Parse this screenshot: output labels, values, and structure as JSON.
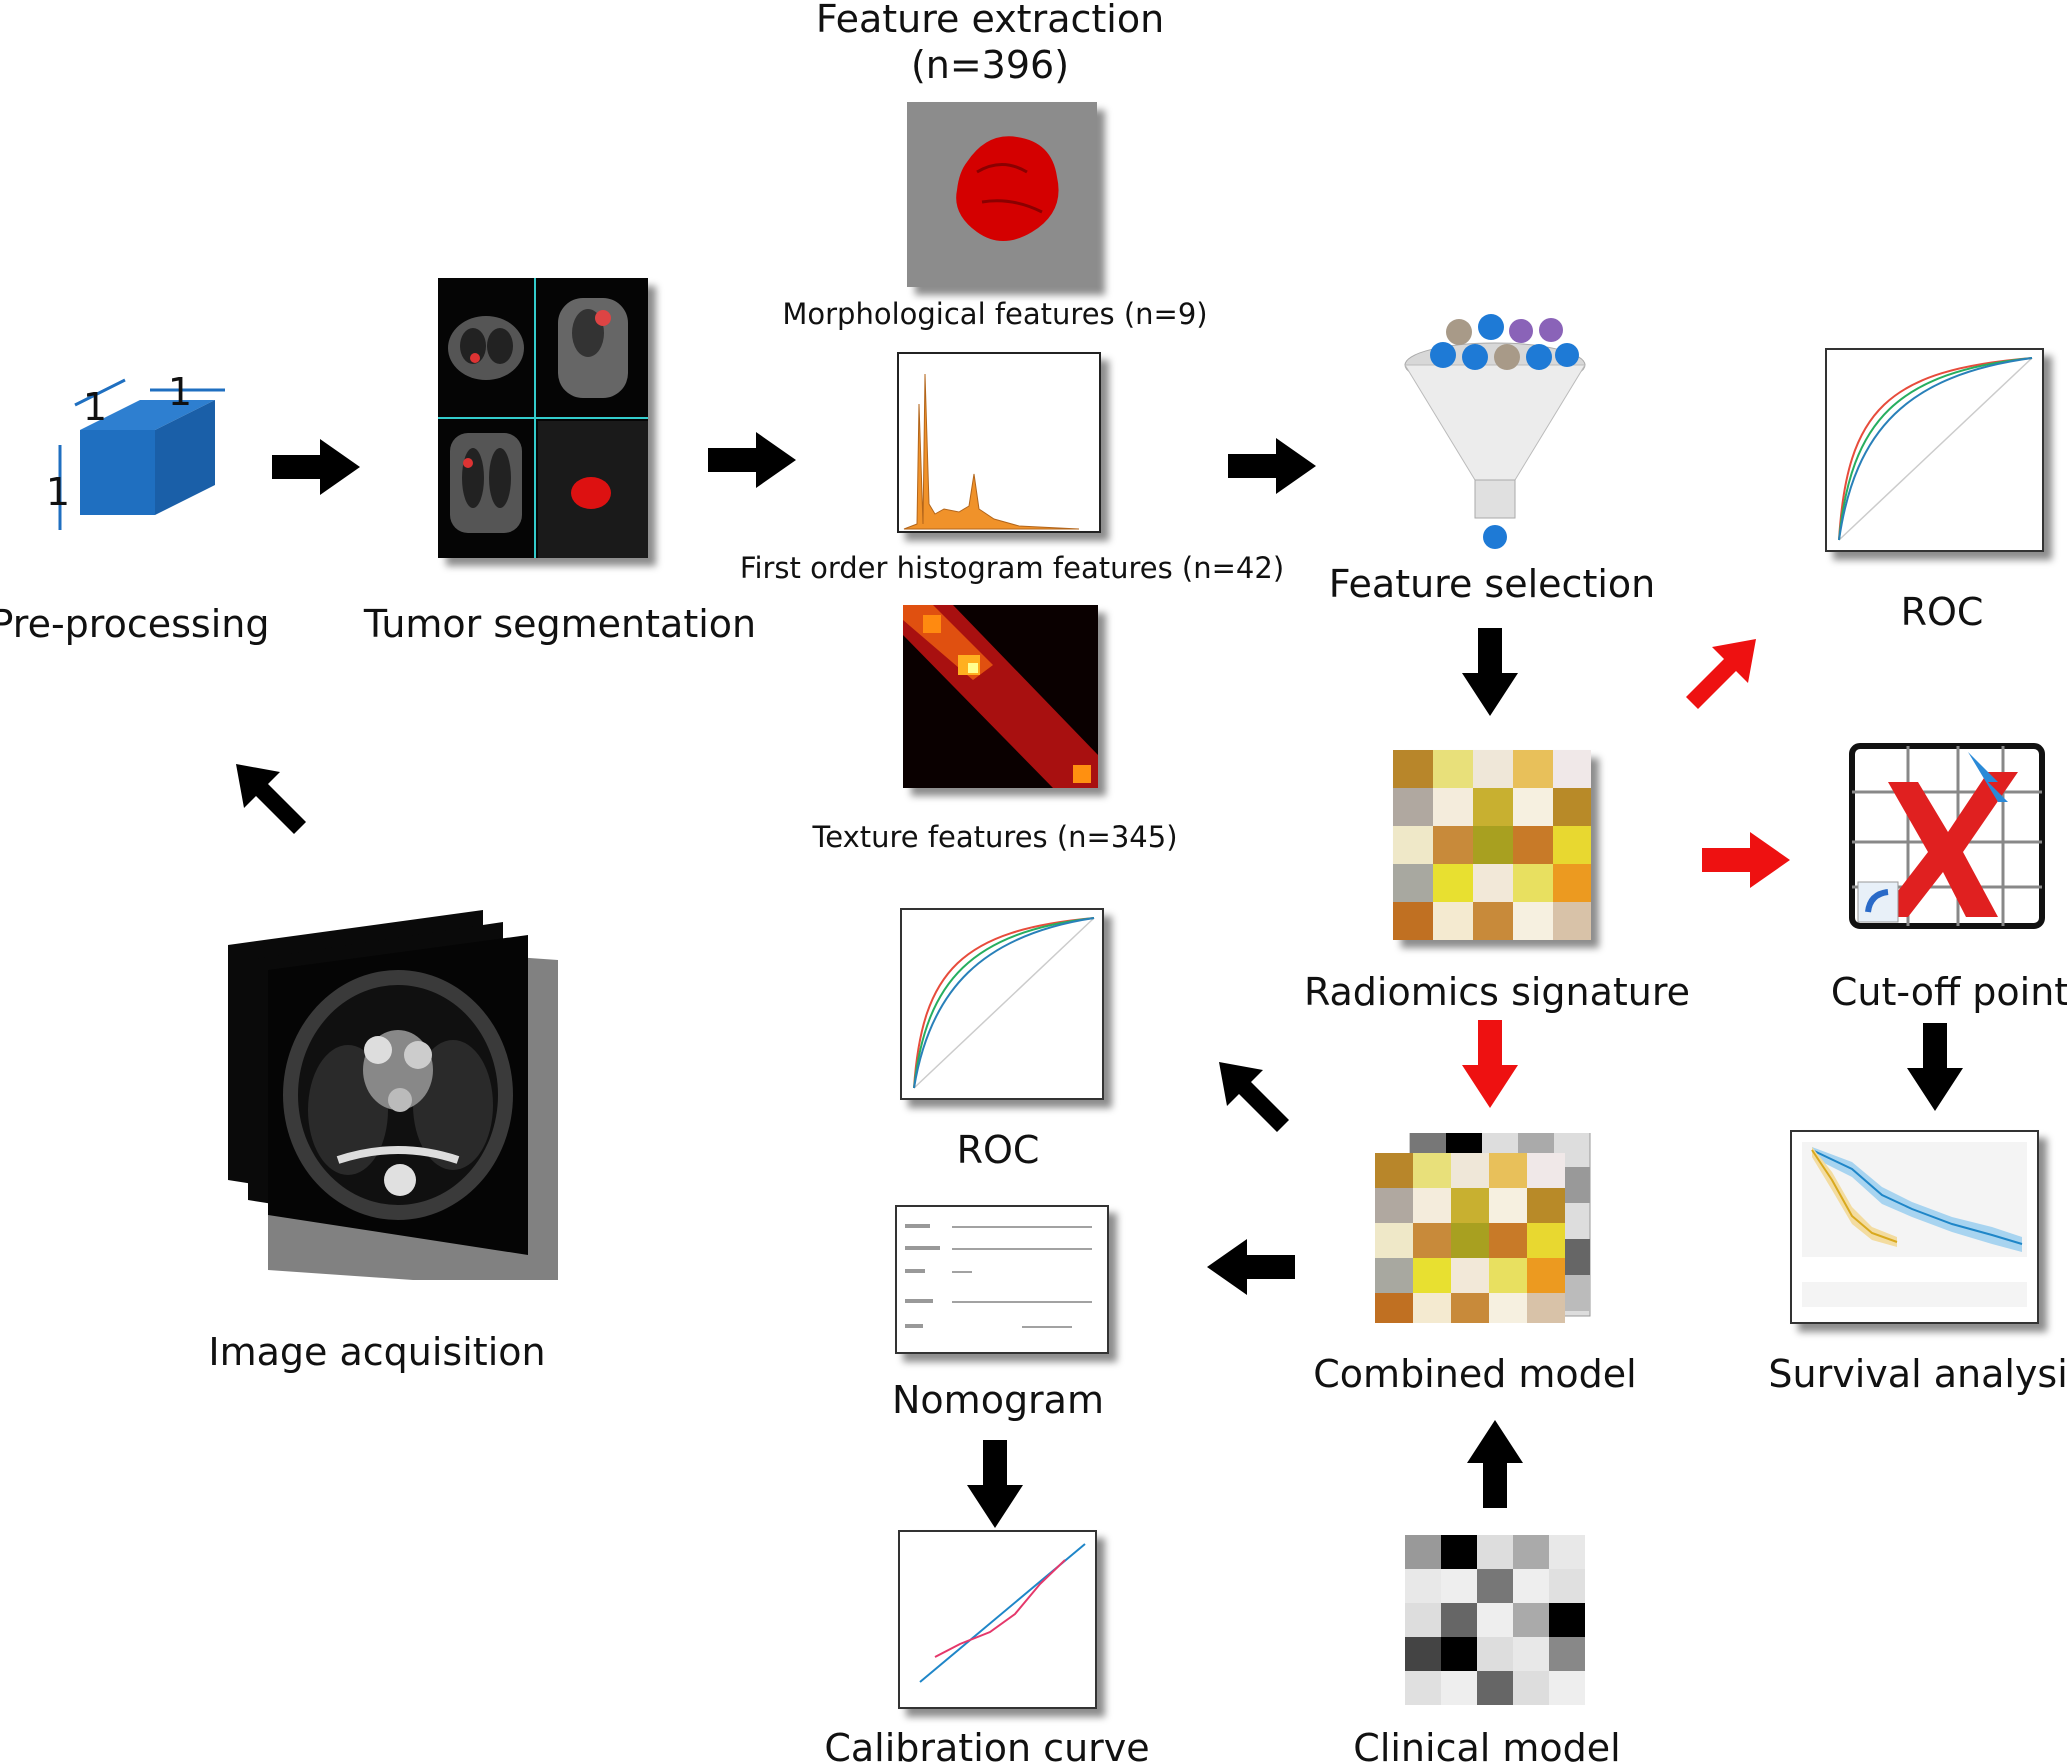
{
  "title": {
    "line1": "Feature extraction",
    "line2": "(n=396)"
  },
  "steps": {
    "preprocessing": "Pre-processing",
    "tumor_segmentation": "Tumor segmentation",
    "feature_selection": "Feature selection",
    "roc_top": "ROC",
    "radiomics_signature": "Radiomics signature",
    "cutoff_point": "Cut-off point",
    "image_acquisition": "Image acquisition",
    "roc_mid": "ROC",
    "nomogram": "Nomogram",
    "combined_model": "Combined model",
    "survival_analysis": "Survival analysis",
    "calibration_curve": "Calibration curve",
    "clinical_model": "Clinical model"
  },
  "features": {
    "morphological": "Morphological features (n=9)",
    "first_order": "First order histogram features (n=42)",
    "texture": "Texture features (n=345)"
  },
  "voxel_labels": {
    "a": "1",
    "b": "1",
    "c": "1"
  },
  "colors": {
    "arrow_black": "#000000",
    "arrow_red": "#ee1111",
    "voxel_blue": "#1f6fc0",
    "histogram_orange": "#f0922a"
  }
}
